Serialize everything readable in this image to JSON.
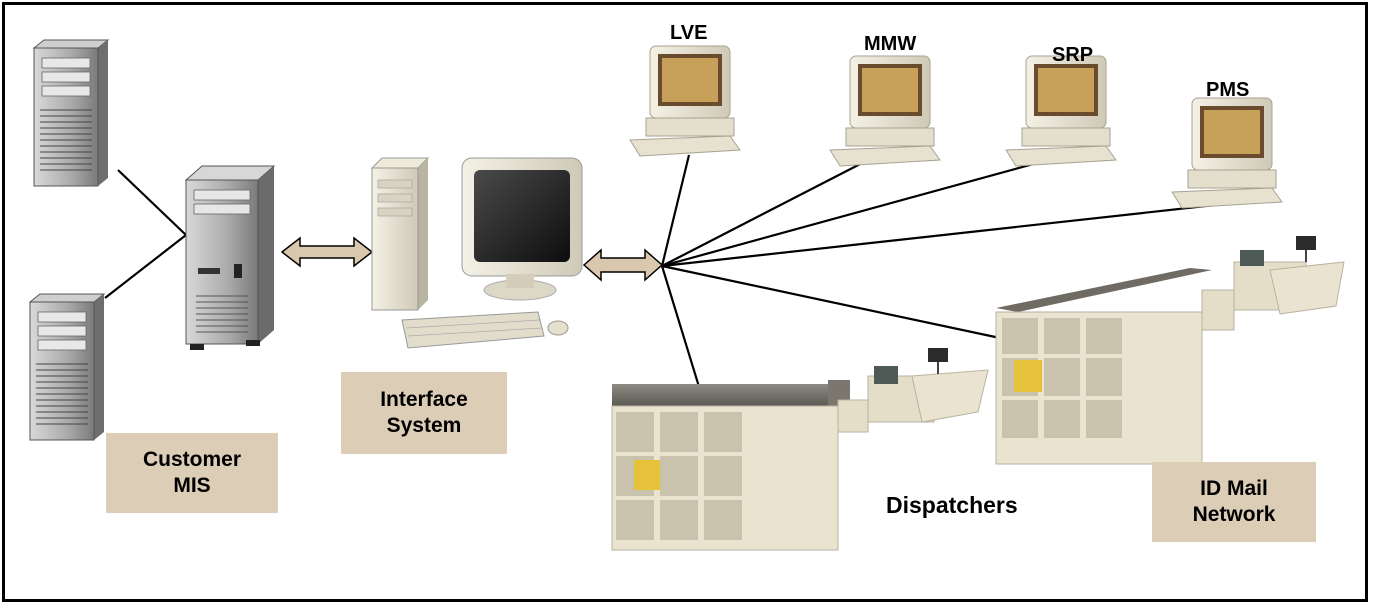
{
  "workstations": [
    {
      "label": "LVE"
    },
    {
      "label": "MMW"
    },
    {
      "label": "SRP"
    },
    {
      "label": "PMS"
    }
  ],
  "boxes": {
    "customer_mis": "Customer\nMIS",
    "interface_system": "Interface\nSystem",
    "id_mail_network": "ID Mail\nNetwork"
  },
  "dispatchers_label": "Dispatchers",
  "colors": {
    "label_box": "#dccdb6",
    "arrow_fill": "#d9c7ae",
    "machine_cream": "#e9e3cf",
    "machine_dark": "#6f6b63"
  }
}
